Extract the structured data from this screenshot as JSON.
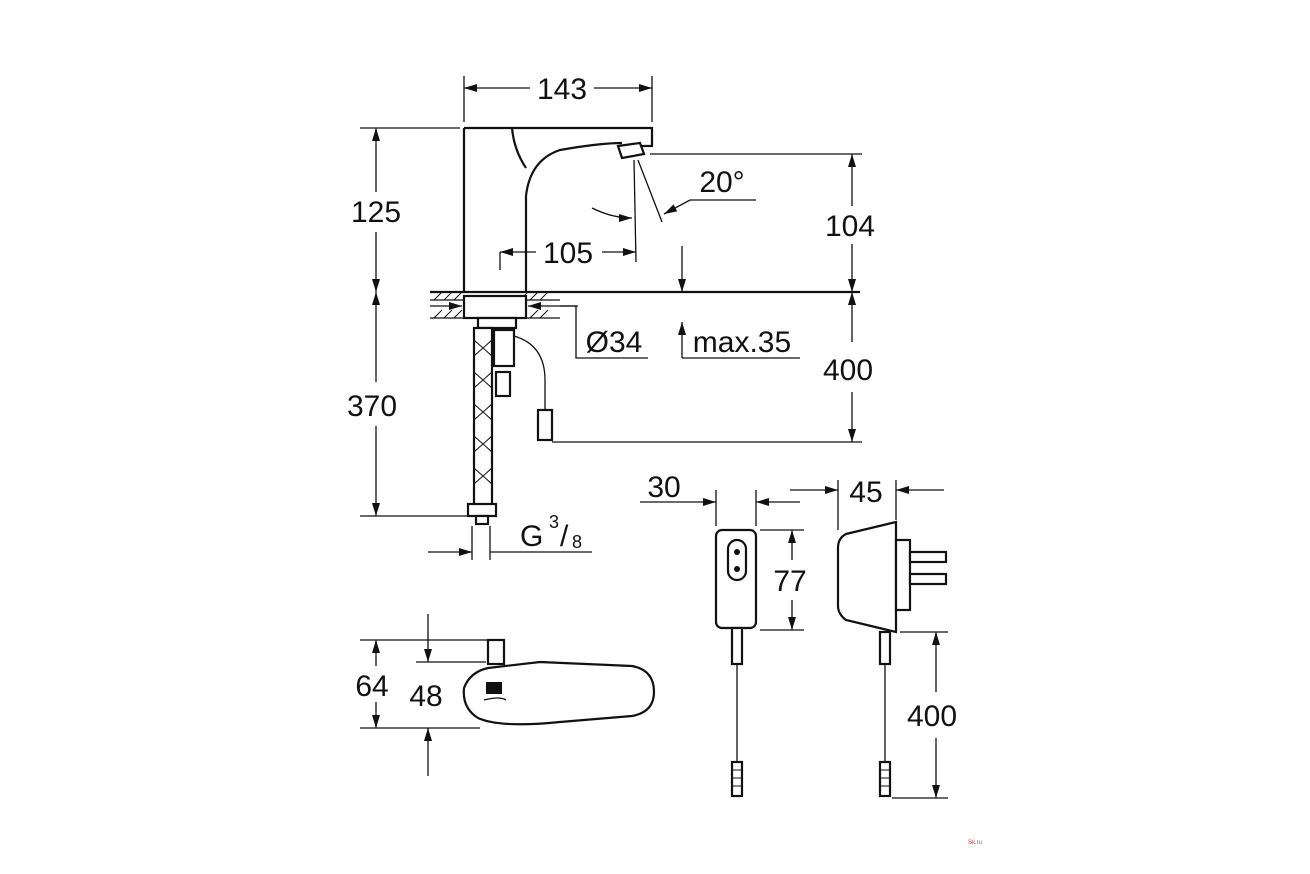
{
  "dimensions": {
    "top_width": "143",
    "faucet_height": "125",
    "spray_angle": "20°",
    "spout_reach": "105",
    "spout_height": "104",
    "hole_diameter": "Ø34",
    "max_thickness": "max.35",
    "cable_length_faucet": "400",
    "hose_length": "370",
    "thread_main": "G",
    "thread_num": "3",
    "thread_den": "8",
    "plan_depth": "64",
    "plan_width": "48",
    "adapter_front_width": "30",
    "adapter_side_width": "45",
    "adapter_height": "77",
    "adapter_cable_length": "400"
  },
  "watermark": "Sk.ru"
}
